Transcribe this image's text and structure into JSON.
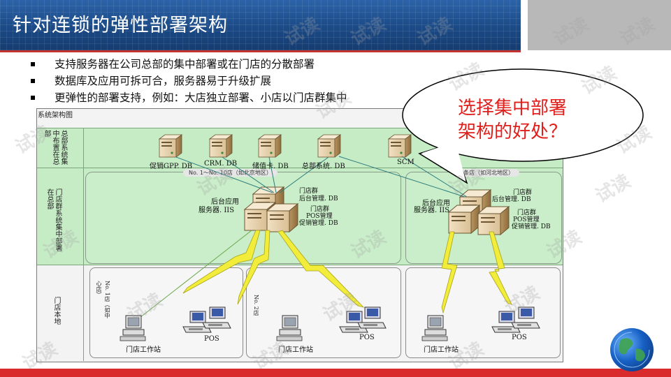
{
  "slide": {
    "title": "针对连锁的弹性部署架构",
    "bullets": [
      "支持服务器在公司总部的集中部署或在门店的分散部署",
      "数据库及应用可拆可合，服务器易于升级扩展",
      "更弹性的部署支持，例如：大店独立部署、小店以门店群集中"
    ],
    "callout": [
      "选择集中部署",
      "架构的好处？"
    ],
    "watermark": "试读"
  },
  "diagram": {
    "title": "系统架构图",
    "bands": {
      "hq": "总部系统集中布置在总部",
      "group": "门店群系统集中部署在总部",
      "local": "门店本地"
    },
    "hq_servers": [
      "促销GPP. DB",
      "CRM. DB",
      "储值卡. DB",
      "总部系统. DB",
      "SCM"
    ],
    "group_left": {
      "caption": "No. 1～No. 10店（如北京地区）",
      "app_server": [
        "后台应用",
        "服务器. IIS"
      ],
      "group_backend": [
        "门店群",
        "后台管理. DB"
      ],
      "group_pos": [
        "门店群",
        "POS管理",
        "促销管理. DB"
      ]
    },
    "group_right": {
      "caption": "0条店（如河北地区）",
      "app_server": [
        "后台应用",
        "服务器. IIS"
      ],
      "group_backend": [
        "门店群",
        "后台管理. DB"
      ],
      "group_pos": [
        "门店群",
        "POS管理",
        "促销管理. DB"
      ]
    },
    "stores": [
      {
        "side_label": "No. 1店（如中心店）",
        "workstation": "门店工作站",
        "pos": "POS"
      },
      {
        "side_label": "No. 2店",
        "workstation": "门店工作站",
        "pos": "POS"
      },
      {
        "side_label": "",
        "workstation": "门店工作站",
        "pos": "POS"
      }
    ]
  }
}
